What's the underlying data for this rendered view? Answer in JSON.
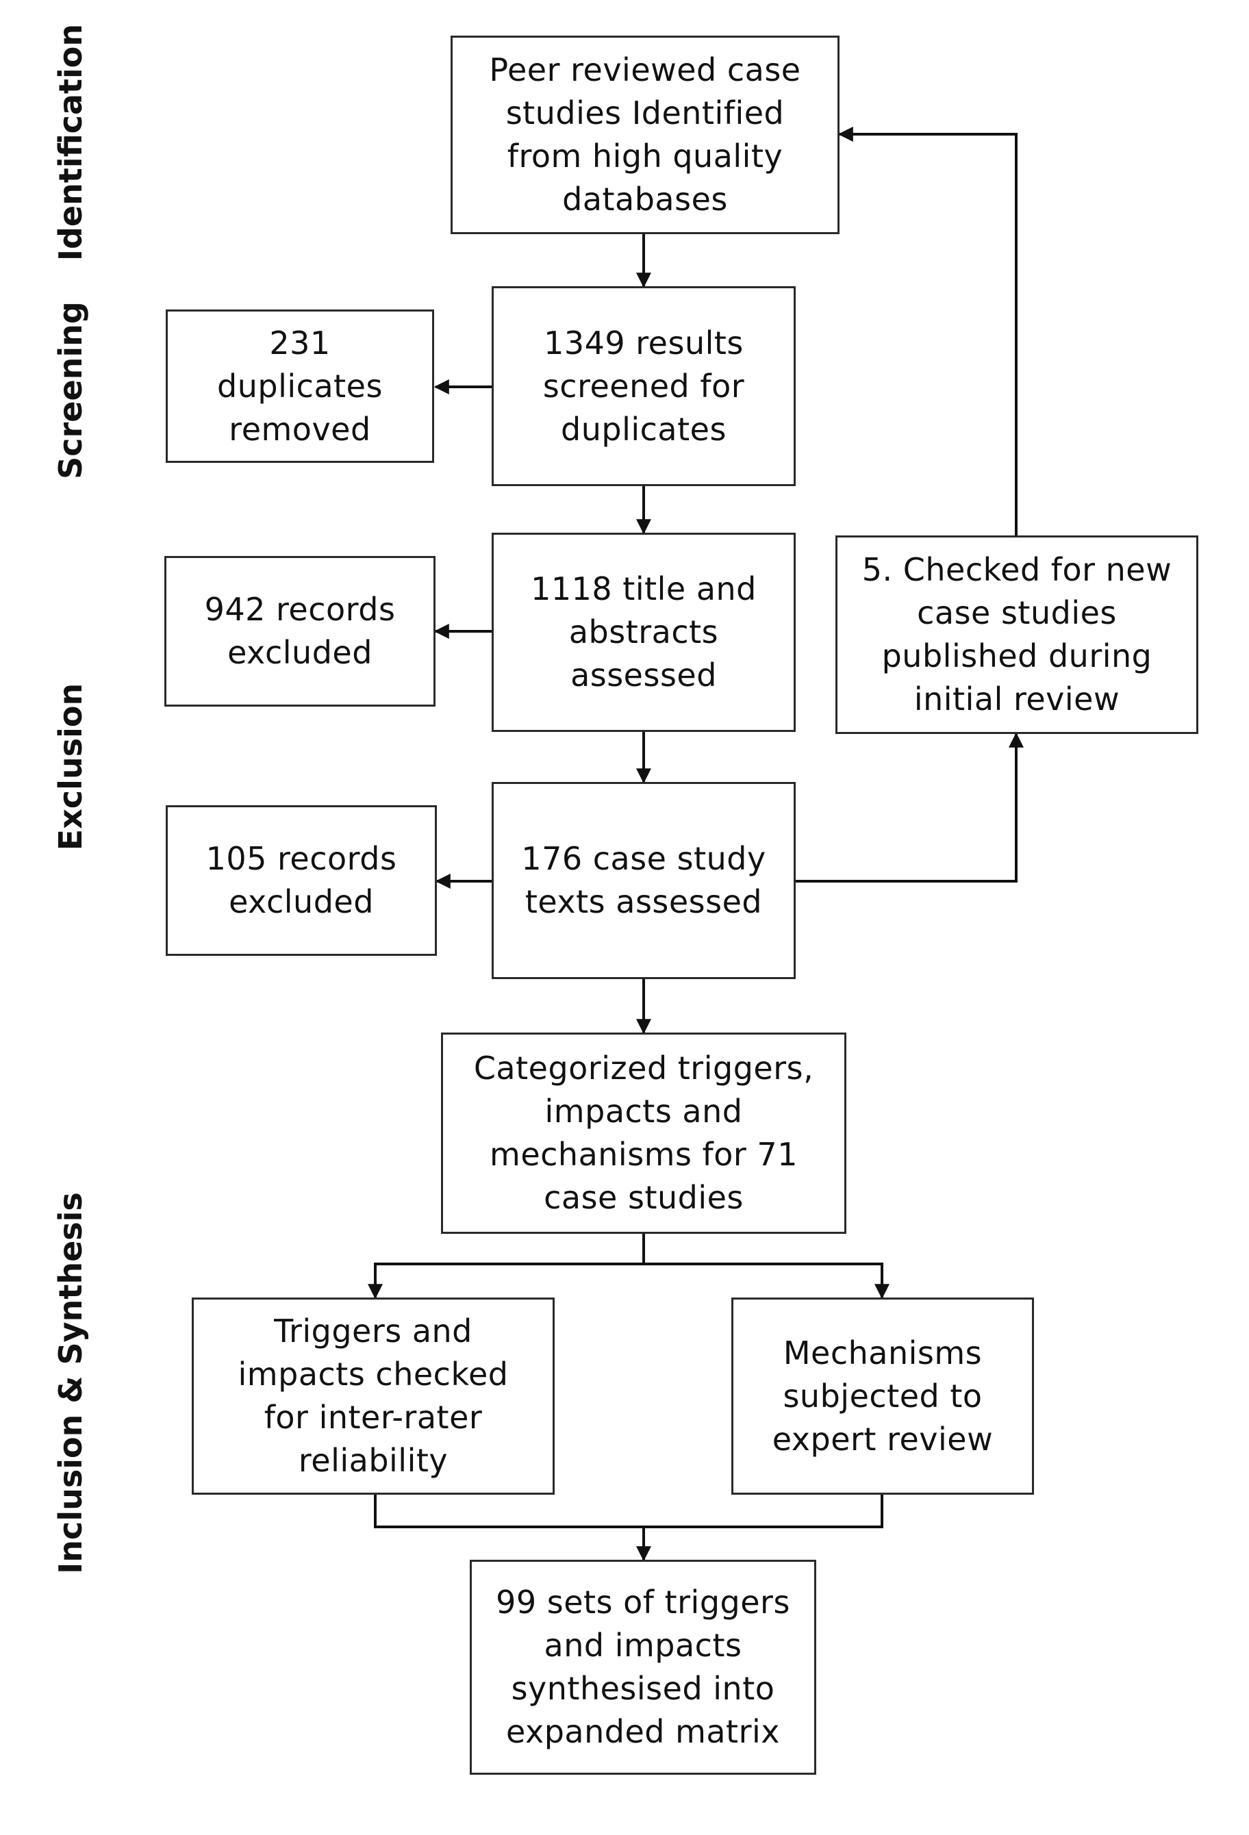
{
  "stages": {
    "identification": "Identification",
    "screening": "Screening",
    "exclusion": "Exclusion",
    "inclusion": "Inclusion & Synthesis"
  },
  "boxes": {
    "identified": "Peer reviewed case\nstudies Identified\nfrom high quality\ndatabases",
    "screened": "1349 results\nscreened for\nduplicates",
    "duplicates": "231\nduplicates\nremoved",
    "title_abstracts": "1118 title and\nabstracts\nassessed",
    "excluded_942": "942 records\nexcluded",
    "texts_assessed": "176 case study\ntexts assessed",
    "excluded_105": "105 records\nexcluded",
    "new_case_studies": "5. Checked for new\ncase studies\npublished during\ninitial review",
    "categorized": "Categorized triggers,\nimpacts and\nmechanisms for 71\ncase studies",
    "inter_rater": "Triggers and\nimpacts checked\nfor inter-rater\nreliability",
    "expert_review": "Mechanisms\nsubjected to\nexpert review",
    "synthesised": "99 sets of triggers\nand impacts\nsynthesised into\nexpanded matrix"
  }
}
